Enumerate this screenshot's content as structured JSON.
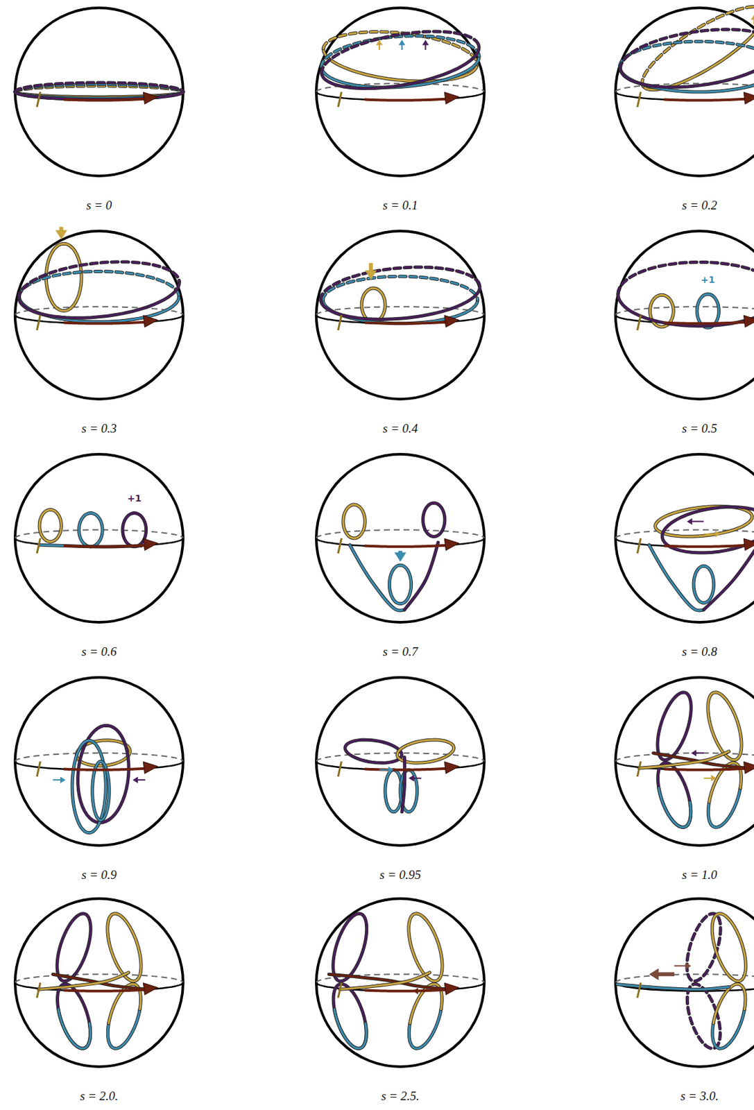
{
  "diagram": {
    "labels": [
      "s = 0",
      "s = 0.1",
      "s = 0.2",
      "s = 0.3",
      "s = 0.4",
      "+1",
      "s = 0.5",
      "+1",
      "s = 0.6",
      "s = 0.7",
      "s = 0.8",
      "s = 0.9",
      "s = 0.95",
      "s = 1.0",
      "s = 2.0.",
      "s = 2.5.",
      "s = 3.0."
    ]
  }
}
